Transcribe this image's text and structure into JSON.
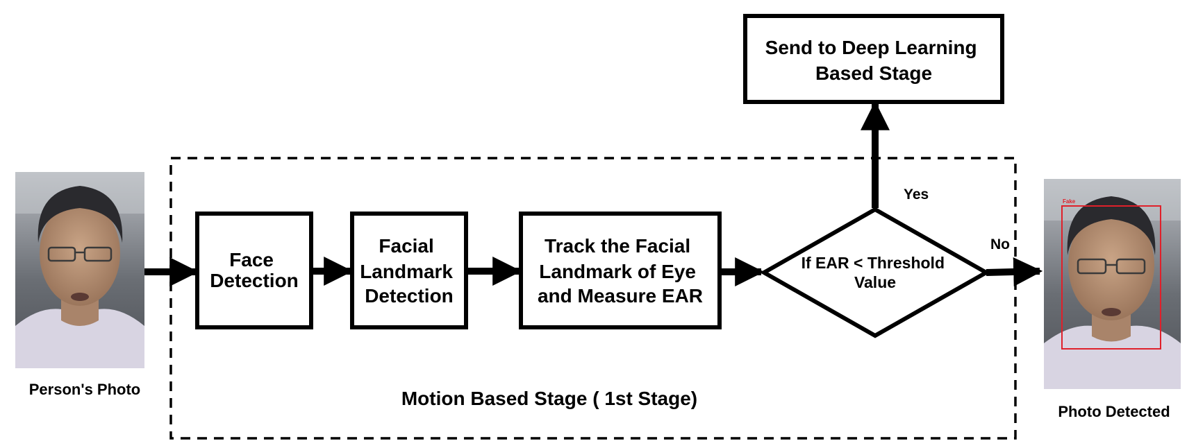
{
  "diagram": {
    "input_caption": "Person's Photo",
    "output_caption": "Photo Detected",
    "stage_label": "Motion Based Stage ( 1st Stage)",
    "steps": [
      {
        "lines": [
          "Face",
          "Detection"
        ]
      },
      {
        "lines": [
          "Facial",
          "Landmark",
          "Detection"
        ]
      },
      {
        "lines": [
          "Track the Facial",
          "Landmark of Eye",
          "and Measure EAR"
        ]
      }
    ],
    "decision": {
      "lines": [
        "If EAR < Threshold",
        "Value"
      ]
    },
    "yes_label": "Yes",
    "no_label": "No",
    "deep_stage": {
      "lines": [
        "Send to Deep Learning",
        "Based Stage"
      ]
    },
    "detection_tag": "Fake"
  },
  "colors": {
    "stroke": "#000000",
    "background": "#ffffff",
    "detection_box": "#e0202a",
    "skin": "#b8957a",
    "hair": "#2a2a2e",
    "shirt": "#d8d4e2",
    "photo_bg": "#6f7378"
  },
  "icons": {
    "input_photo": "person-face-photo",
    "output_photo": "person-face-photo-with-detection-box"
  }
}
